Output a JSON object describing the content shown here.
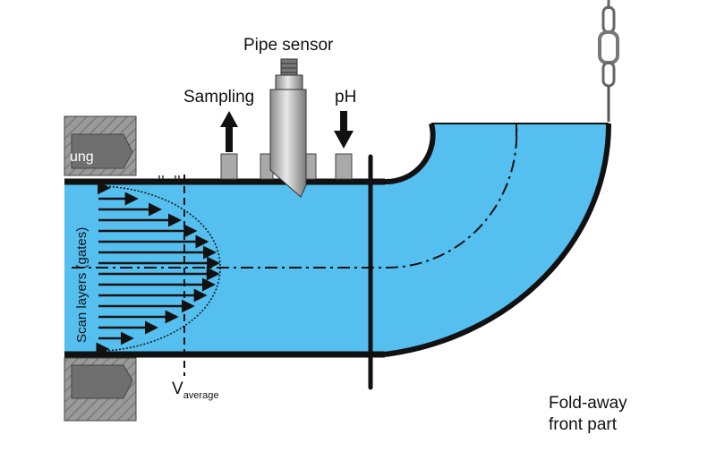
{
  "labels": {
    "pipe_sensor": "Pipe sensor",
    "sampling": "Sampling",
    "ph": "pH",
    "scan_layers": "Scan layers (gates)",
    "v_main": "V",
    "v_sub": "average",
    "fold_line1": "Fold-away",
    "fold_line2": "front part",
    "flange_text": "ung"
  },
  "colors": {
    "water": "#55c0f0",
    "outline": "#111111",
    "flange": "#999999",
    "flange_dark": "#6f6f6f",
    "sensor_metal": "#c9c9c9",
    "knob": "#a9a9a9",
    "text": "#111111"
  },
  "icons": {
    "sensor": "pipe-sensor-icon",
    "sampling": "sampling-arrow-up-icon",
    "ph": "ph-arrow-down-icon",
    "chain": "chain-icon"
  }
}
